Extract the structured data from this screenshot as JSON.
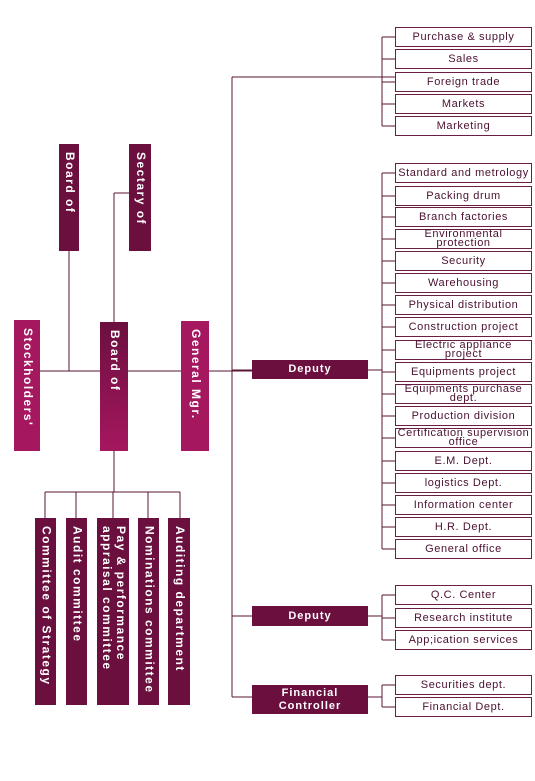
{
  "colors": {
    "dark": "#6b0f3f",
    "light": "#a5175f",
    "line": "#5a1436",
    "text": "#4a1030"
  },
  "top_boxes": {
    "board_top": "Board of",
    "sectary": "Sectary of"
  },
  "main_row": {
    "stockholders": "Stockholders'",
    "board": "Board of",
    "general_mgr": "General Mgr."
  },
  "committees": [
    "Committee of Strategy",
    "Audit committee",
    "Pay & performance appraisal committee",
    "Nominations committee",
    "Auditing department"
  ],
  "deputy1": "Deputy",
  "deputy2": "Deputy",
  "financial_controller": "Financial Controller",
  "group1": [
    "Purchase & supply",
    "Sales",
    "Foreign trade",
    "Markets",
    "Marketing"
  ],
  "group2": [
    "Standard and metrology",
    "Packing drum",
    "Branch factories",
    "Environmental protection",
    "Security",
    "Warehousing",
    "Physical distribution",
    "Construction project",
    "Electric appliance project",
    "Equipments project",
    "Equipments purchase dept.",
    "Production division",
    "Certification supervision office",
    "E.M. Dept.",
    "logistics Dept.",
    "Information center",
    "H.R. Dept.",
    "General office"
  ],
  "group3": [
    "Q.C. Center",
    "Research institute",
    "App;ication services"
  ],
  "group4": [
    "Securities dept.",
    "Financial Dept."
  ]
}
